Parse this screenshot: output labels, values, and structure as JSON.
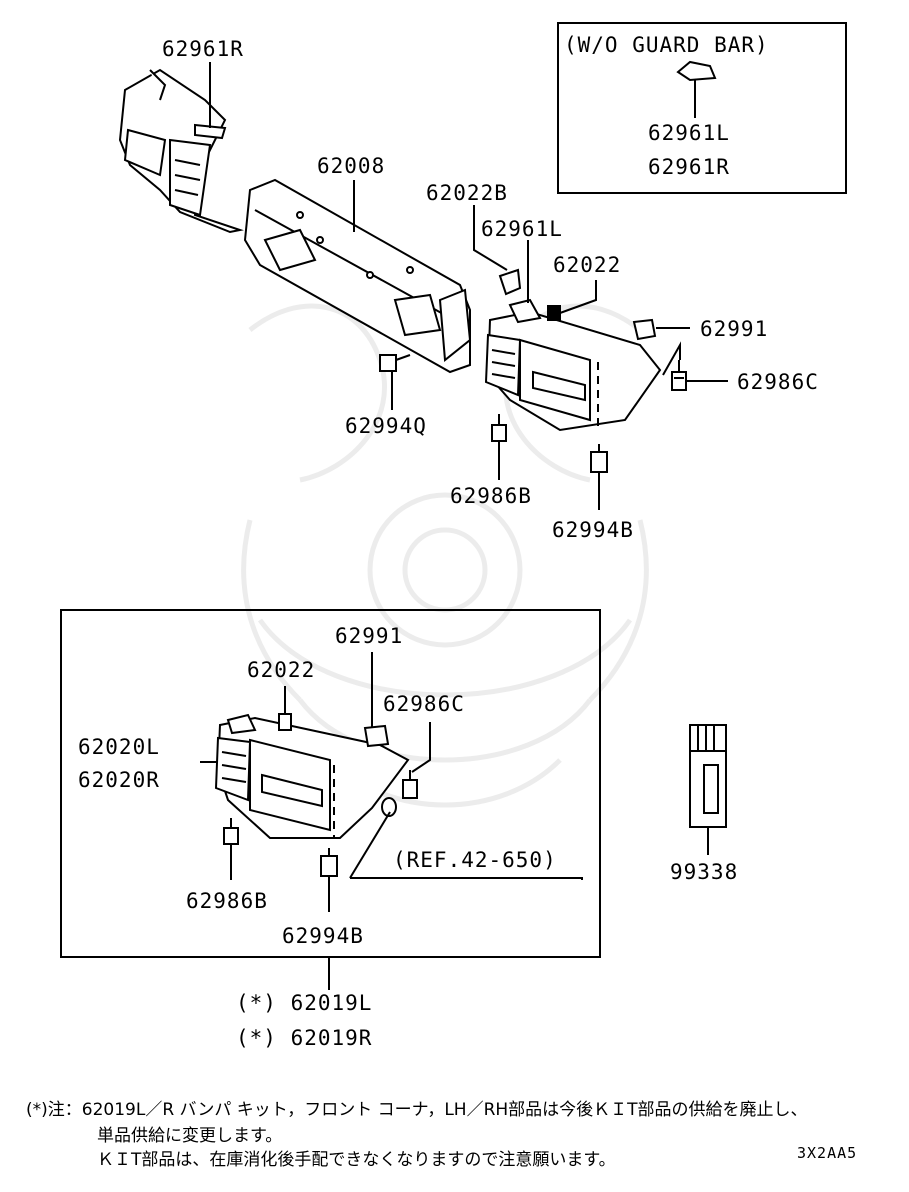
{
  "labels": {
    "p62961R_top": "62961R",
    "p62008": "62008",
    "p62022B": "62022B",
    "p62961L": "62961L",
    "p62022_top": "62022",
    "p62991_top": "62991",
    "p62986C_top": "62986C",
    "p62994Q": "62994Q",
    "p62986B_top": "62986B",
    "p62994B_top": "62994B",
    "wo_guard_bar": "(W/O GUARD BAR)",
    "wo_62961L": "62961L",
    "wo_62961R": "62961R",
    "kit_62991": "62991",
    "kit_62022": "62022",
    "kit_62986C": "62986C",
    "kit_62020L": "62020L",
    "kit_62020R": "62020R",
    "kit_ref": "(REF.42-650)",
    "kit_62986B": "62986B",
    "kit_62994B": "62994B",
    "p99338": "99338",
    "kit_62019L": "(*) 62019L",
    "kit_62019R": "(*) 62019R"
  },
  "footnote": {
    "line1": "(*)注：62019L／R バンパ キット，フロント コーナ，LH／RH部品は今後ＫＩT部品の供給を廃止し、",
    "line2": "単品供給に変更します。",
    "line3": "ＫＩT部品は、在庫消化後手配できなくなりますので注意願います。"
  },
  "diagram_code": "3X2AA5"
}
